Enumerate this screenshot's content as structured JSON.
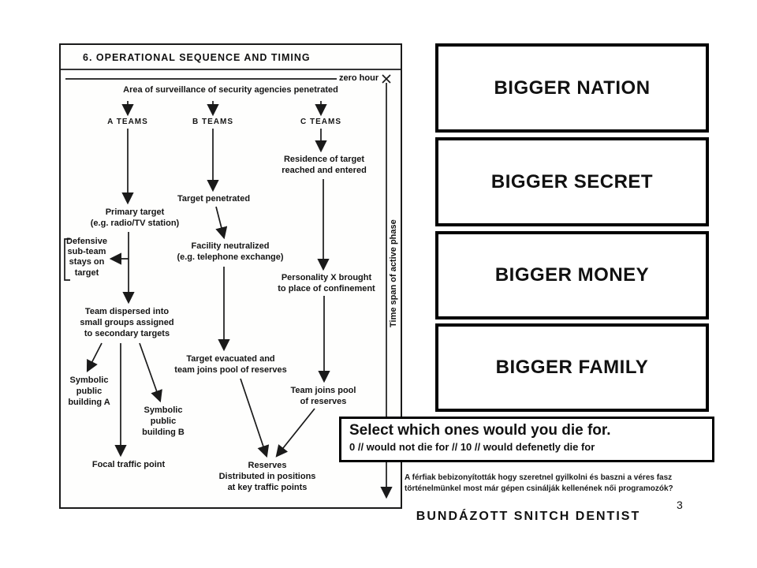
{
  "colors": {
    "ink": "#111111",
    "background": "#ffffff"
  },
  "diagram": {
    "title": "6. OPERATIONAL SEQUENCE AND TIMING",
    "zero_hour": "zero hour",
    "time_span": "Time span of active phase",
    "nodes": {
      "surveillance": "Area of surveillance of security agencies penetrated",
      "a_teams": "A TEAMS",
      "b_teams": "B TEAMS",
      "c_teams": "C TEAMS",
      "primary_target": "Primary target\n(e.g. radio/TV station)",
      "defensive": "Defensive\nsub-team\nstays on\ntarget",
      "team_dispersed": "Team dispersed into\nsmall groups assigned\nto secondary targets",
      "symbolic_a": "Symbolic\npublic\nbuilding A",
      "focal_traffic": "Focal traffic point",
      "target_penetrated": "Target penetrated",
      "facility": "Facility neutralized\n(e.g. telephone exchange)",
      "target_evacuated": "Target evacuated and\nteam joins pool of reserves",
      "symbolic_b": "Symbolic\npublic\nbuilding B",
      "residence": "Residence of target\nreached and entered",
      "personality": "Personality X brought\nto place of confinement",
      "team_joins": "Team joins pool\nof reserves",
      "reserves": "Reserves\nDistributed in positions\nat key traffic points"
    }
  },
  "options": [
    {
      "label": "BIGGER NATION"
    },
    {
      "label": "BIGGER SECRET"
    },
    {
      "label": "BIGGER MONEY"
    },
    {
      "label": "BIGGER FAMILY"
    }
  ],
  "select_prompt": {
    "title": "Select which ones would you die for.",
    "scale": "0 // would not die for // 10 // would defenetly die for"
  },
  "note": "A férfiak bebizonyították hogy szeretnel gyilkolni és baszni a véres fasz\ntörténelmünkel most már gépen csinálják kellenének női programozók?",
  "footer": "BUNDÁZOTT SNITCH DENTIST",
  "page_number": "3"
}
